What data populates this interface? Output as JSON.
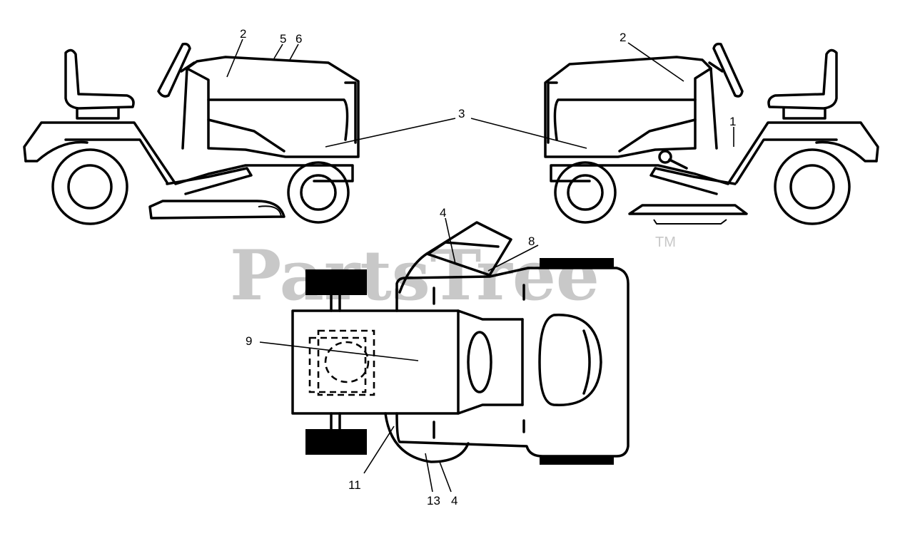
{
  "watermark": {
    "text": "PartsTree",
    "trademark": "TM"
  },
  "callouts": [
    "2",
    "5",
    "6",
    "3",
    "2",
    "1",
    "4",
    "8",
    "9",
    "11",
    "13",
    "4"
  ]
}
